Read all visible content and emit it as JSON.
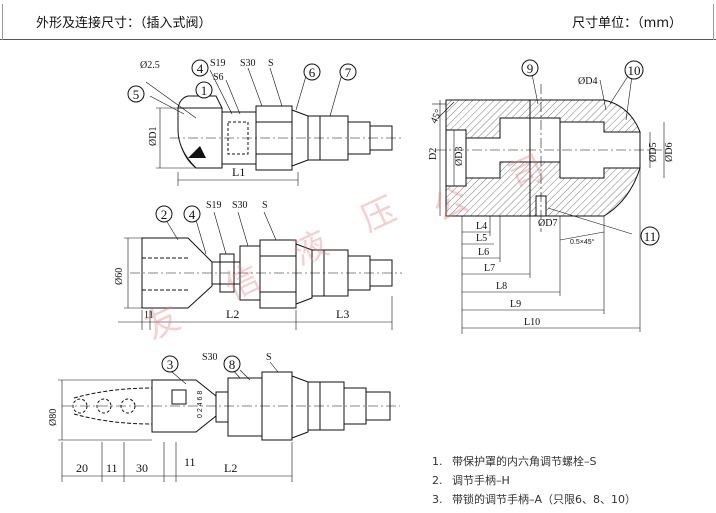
{
  "header": {
    "title_left": "外形及连接尺寸：（插入式阀）",
    "title_right": "尺寸单位：（mm）"
  },
  "labels": {
    "phi2_5": "Ø2.5",
    "s19": "S19",
    "s30": "S30",
    "s": "S",
    "s6": "S6",
    "d1": "ØD1",
    "l1": "L1",
    "l2": "L2",
    "l3": "L3",
    "phi60": "Ø60",
    "phi80": "Ø80",
    "d20": "20",
    "d11": "11",
    "d30": "30",
    "d11b": "11",
    "dim_11_mid": "11",
    "d4": "ØD4",
    "d2": "D2",
    "d3": "ØD3",
    "d5": "ØD5",
    "d6": "ØD6",
    "d7": "ØD7",
    "angle": "45°",
    "chamfer": "0.5×45°",
    "l4": "L4",
    "l5": "L5",
    "l6": "L6",
    "l7": "L7",
    "l8": "L8",
    "l9": "L9",
    "l10": "L10",
    "knob_mark": "0 2 4 6 8"
  },
  "balloons": [
    "1",
    "2",
    "3",
    "4",
    "5",
    "6",
    "7",
    "8",
    "9",
    "10",
    "11"
  ],
  "watermark": [
    "友",
    "信",
    "液",
    "压",
    "公",
    "司"
  ],
  "notes": [
    {
      "num": "1.",
      "text": "带保护罩的内六角调节螺栓–S"
    },
    {
      "num": "2.",
      "text": "调节手柄–H"
    },
    {
      "num": "3.",
      "text": "带锁的调节手柄–A（只限6、8、10）"
    }
  ]
}
